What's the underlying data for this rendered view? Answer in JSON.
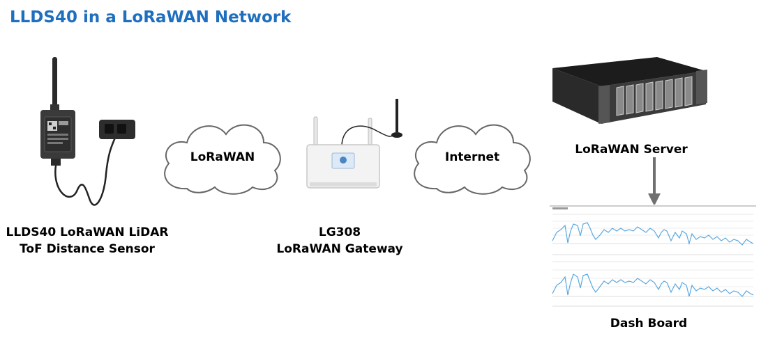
{
  "title": "LLDS40 in a LoRaWAN Network",
  "nodes": {
    "sensor": {
      "line1": "LLDS40 LoRaWAN LiDAR",
      "line2": "ToF Distance Sensor"
    },
    "cloud1": {
      "label": "LoRaWAN"
    },
    "gateway": {
      "line1": "LG308",
      "line2": "LoRaWAN Gateway"
    },
    "cloud2": {
      "label": "Internet"
    },
    "server": {
      "label": "LoRaWAN Server"
    },
    "dashboard": {
      "label": "Dash Board"
    }
  },
  "colors": {
    "title": "#1f6fbf",
    "cloud_fill": "#ffffff",
    "cloud_stroke": "#666666",
    "chart_line": "#5aa8e0",
    "arrow": "#707070"
  }
}
